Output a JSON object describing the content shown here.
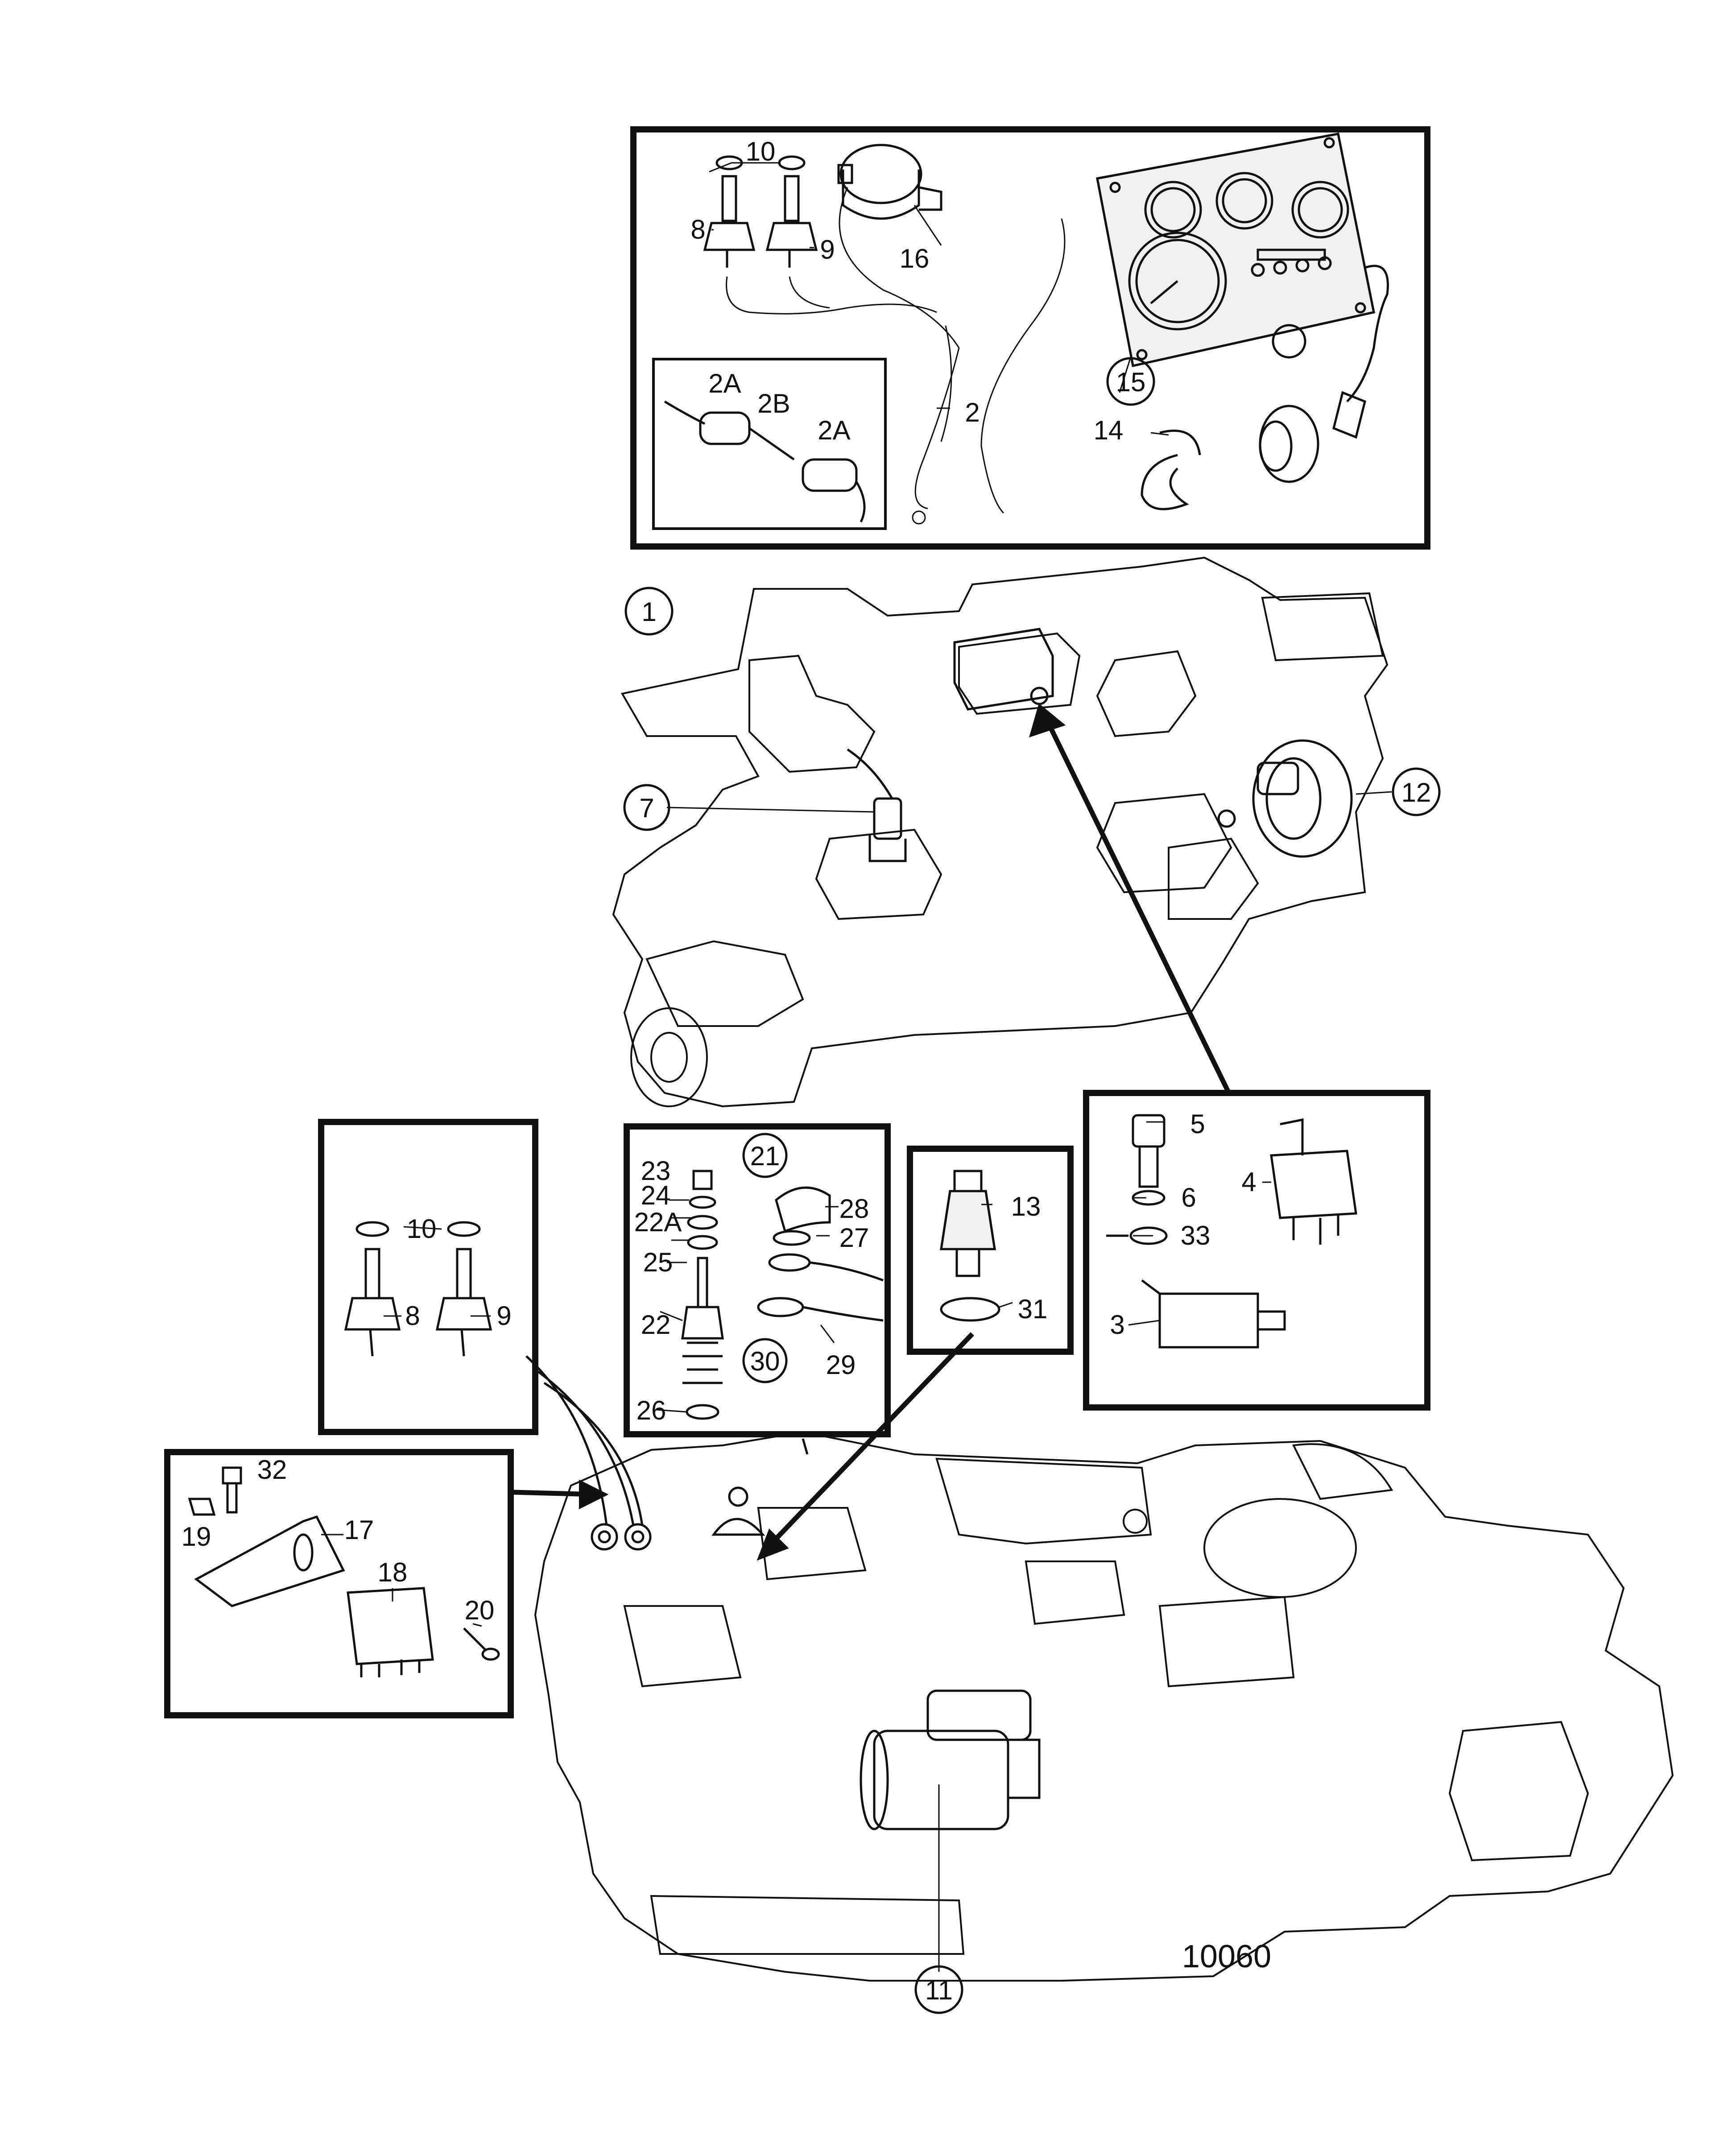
{
  "diagram": {
    "sheet_number": "10060",
    "callouts": [
      {
        "id": "1",
        "text": "1",
        "circled": true
      },
      {
        "id": "2",
        "text": "2",
        "circled": false
      },
      {
        "id": "2A_top",
        "text": "2A",
        "circled": false
      },
      {
        "id": "2B",
        "text": "2B",
        "circled": false
      },
      {
        "id": "2A_right",
        "text": "2A",
        "circled": false
      },
      {
        "id": "3",
        "text": "3",
        "circled": false
      },
      {
        "id": "4",
        "text": "4",
        "circled": false
      },
      {
        "id": "5",
        "text": "5",
        "circled": false
      },
      {
        "id": "6",
        "text": "6",
        "circled": false
      },
      {
        "id": "7",
        "text": "7",
        "circled": true
      },
      {
        "id": "8_top",
        "text": "8",
        "circled": false
      },
      {
        "id": "8_left",
        "text": "8",
        "circled": false
      },
      {
        "id": "9_top",
        "text": "9",
        "circled": false
      },
      {
        "id": "9_left",
        "text": "9",
        "circled": false
      },
      {
        "id": "10_top",
        "text": "10",
        "circled": false
      },
      {
        "id": "10_left",
        "text": "10",
        "circled": false
      },
      {
        "id": "11",
        "text": "11",
        "circled": true
      },
      {
        "id": "12",
        "text": "12",
        "circled": true
      },
      {
        "id": "13",
        "text": "13",
        "circled": false
      },
      {
        "id": "14",
        "text": "14",
        "circled": false
      },
      {
        "id": "15",
        "text": "15",
        "circled": true
      },
      {
        "id": "16",
        "text": "16",
        "circled": false
      },
      {
        "id": "17",
        "text": "17",
        "circled": false
      },
      {
        "id": "18",
        "text": "18",
        "circled": false
      },
      {
        "id": "19",
        "text": "19",
        "circled": false
      },
      {
        "id": "20",
        "text": "20",
        "circled": false
      },
      {
        "id": "21",
        "text": "21",
        "circled": true
      },
      {
        "id": "22",
        "text": "22",
        "circled": false
      },
      {
        "id": "22A",
        "text": "22A",
        "circled": false
      },
      {
        "id": "23",
        "text": "23",
        "circled": false
      },
      {
        "id": "24",
        "text": "24",
        "circled": false
      },
      {
        "id": "25",
        "text": "25",
        "circled": false
      },
      {
        "id": "26",
        "text": "26",
        "circled": false
      },
      {
        "id": "27",
        "text": "27",
        "circled": false
      },
      {
        "id": "28",
        "text": "28",
        "circled": false
      },
      {
        "id": "29",
        "text": "29",
        "circled": false
      },
      {
        "id": "30",
        "text": "30",
        "circled": true
      },
      {
        "id": "31",
        "text": "31",
        "circled": false
      },
      {
        "id": "32",
        "text": "32",
        "circled": false
      },
      {
        "id": "33",
        "text": "33",
        "circled": false
      }
    ]
  }
}
